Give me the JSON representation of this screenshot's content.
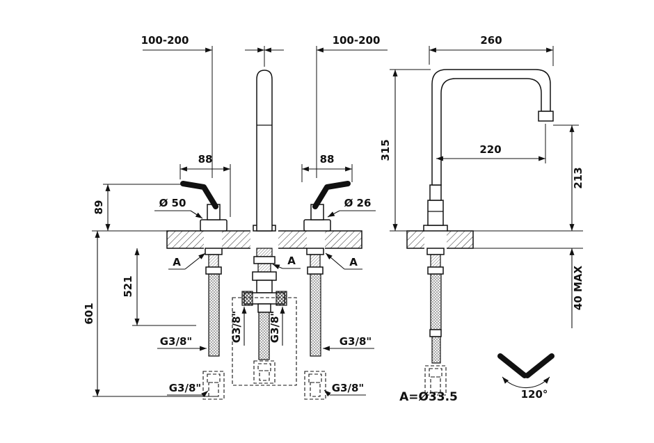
{
  "drawing": {
    "front": {
      "span_left": "100-200",
      "span_right": "100-200",
      "handle_width_left": "88",
      "handle_width_right": "88",
      "handle_base_diameter": "Ø 50",
      "spout_stem_diameter": "Ø 26",
      "handle_height": "89",
      "total_depth": "601",
      "hose_length": "521",
      "hole_label_left": "A",
      "hole_label_center": "A",
      "hole_label_right": "A",
      "thread_left": "G3/8\"",
      "thread_center_left": "G3/8\"",
      "thread_center_right": "G3/8\"",
      "thread_right": "G3/8\"",
      "thread_bottom_left": "G3/8\"",
      "thread_bottom_right": "G3/8\""
    },
    "side": {
      "overall_width": "260",
      "height_above_deck": "315",
      "spout_reach": "220",
      "outlet_height": "213",
      "deck_thickness": "40 MAX"
    },
    "notes": {
      "hole_diameter": "A=Ø33.5",
      "swivel_angle": "120°"
    }
  }
}
